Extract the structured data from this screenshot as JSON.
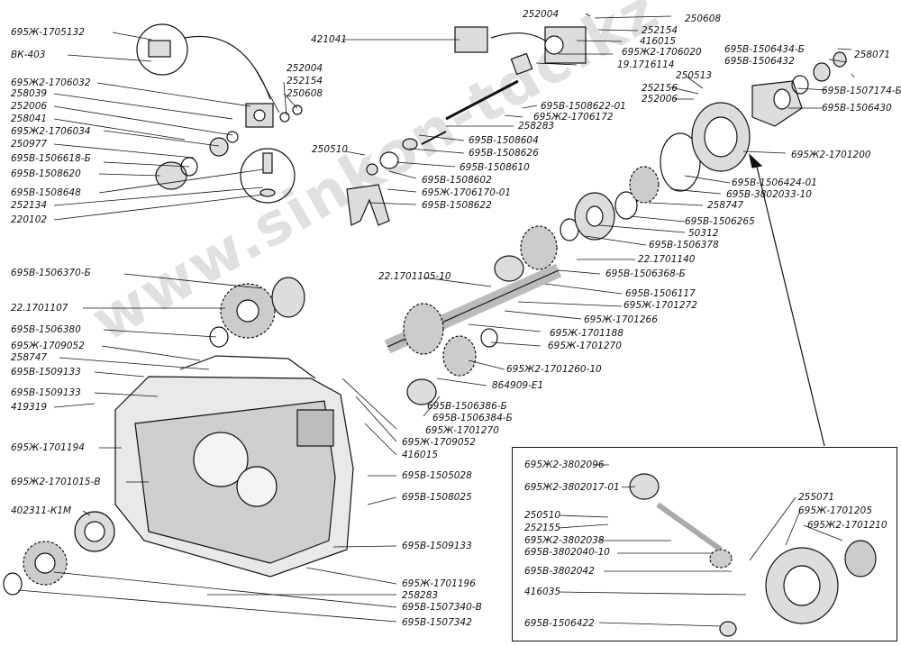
{
  "watermark": "www.sinkon-tdc.kz",
  "labels_left": [
    "695Ж-1705132",
    "ВК-403",
    "695Ж2-1706032",
    "258039",
    "252006",
    "258041",
    "695Ж2-1706034",
    "250977",
    "695В-1506618-Б",
    "695В-1508620",
    "695В-1508648",
    "252134",
    "220102",
    "695В-1506370-Б",
    "22.1701107",
    "695В-1506380",
    "695Ж-1709052",
    "258747",
    "695В-1509133",
    "695В-1509133",
    "419319",
    "695Ж-1701194",
    "695Ж2-1701015-В",
    "402311-К1М"
  ],
  "labels_top": [
    "252004",
    "250608",
    "252154",
    "421041",
    "416015",
    "695Ж2-1706020",
    "19.1716114",
    "252004",
    "252154",
    "250608",
    "250513",
    "252156",
    "252006",
    "695В-1508622-01",
    "695Ж2-1706172",
    "258283",
    "695В-1508604",
    "695В-1508626",
    "250510",
    "695В-1508610",
    "695В-1508602",
    "695Ж-1706170-01",
    "695В-1508622"
  ],
  "labels_right": [
    "695В-1506434-Б",
    "695В-1506432",
    "258071",
    "695В-1507174-Б",
    "695В-1506430",
    "695Ж2-1701200",
    "695В-1506424-01",
    "695В-3802033-10",
    "258747",
    "695В-1506265",
    "50312",
    "695В-1506378",
    "22.1701140",
    "695В-1506368-Б",
    "22.1701105-10",
    "695В-1506117",
    "695Ж-1701272",
    "695Ж-1701266",
    "695Ж-1701188",
    "695Ж-1701270",
    "695Ж2-1701260-10",
    "864909-Е1",
    "695В-1506386-Б",
    "695В-1506384-Б",
    "695Ж-1701270",
    "695Ж-1709052",
    "416015",
    "695В-1505028",
    "695В-1508025",
    "695В-1509133",
    "695Ж-1701196",
    "258283",
    "695В-1507340-В",
    "695В-1507342"
  ],
  "inset": {
    "labels_left": [
      "695Ж2-3802096",
      "695Ж2-3802017-01",
      "250510",
      "252155",
      "695Ж2-3802038",
      "695В-3802040-10",
      "695В-3802042",
      "416035",
      "695В-1506422"
    ],
    "labels_right": [
      "255071",
      "695Ж-1701205",
      "695Ж2-1701210"
    ]
  }
}
